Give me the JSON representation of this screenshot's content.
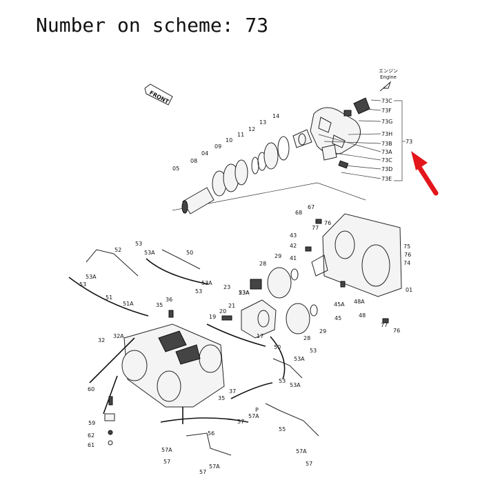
{
  "heading": "Number on scheme: 73",
  "engine_label_jp": "エンジン",
  "engine_label_en": "Engine",
  "front_label": "FRONT",
  "highlight_color": "#e3161b",
  "callouts_right": [
    "73C",
    "73F",
    "73G",
    "73H",
    "73B",
    "73A",
    "73C",
    "73D",
    "73E"
  ],
  "highlight_number": "73",
  "callouts": [
    "14",
    "13",
    "12",
    "11",
    "10",
    "09",
    "04",
    "08",
    "05",
    "68",
    "67",
    "77",
    "76",
    "75",
    "76",
    "74",
    "01",
    "43",
    "42",
    "41",
    "29",
    "28",
    "52",
    "53",
    "53A",
    "53",
    "53A",
    "50",
    "53A",
    "53",
    "51",
    "51A",
    "53A",
    "23",
    "23A",
    "35",
    "36",
    "21",
    "20",
    "19",
    "17",
    "29",
    "28",
    "45A",
    "45",
    "48A",
    "48",
    "76",
    "77",
    "32",
    "32A",
    "50",
    "53A",
    "53",
    "53",
    "53A",
    "60",
    "59",
    "62",
    "61",
    "35",
    "37",
    "56",
    "57A",
    "57",
    "57A",
    "57",
    "P",
    "57A",
    "57",
    "55",
    "57A",
    "57"
  ]
}
